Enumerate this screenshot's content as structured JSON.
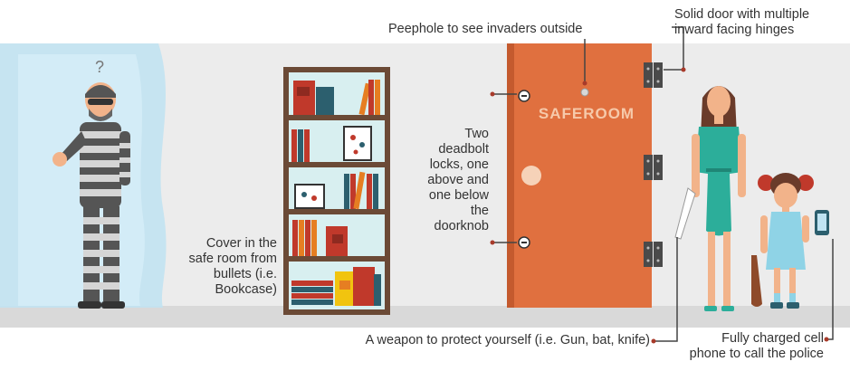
{
  "labels": {
    "peephole": "Peephole to see invaders outside",
    "solid_door": [
      "Solid door with multiple",
      "inward facing hinges"
    ],
    "deadbolt": [
      "Two",
      "deadbolt",
      "locks, one",
      "above and",
      "one below",
      "the",
      "doorknob"
    ],
    "cover": [
      "Cover in the",
      "safe room from",
      "bullets (i.e.",
      "Bookcase)"
    ],
    "weapon": "A weapon to protect yourself (i.e. Gun, bat, knife)",
    "phone": [
      "Fully charged cell",
      "phone to call the police"
    ]
  },
  "door_sign": "SAFEROOM",
  "intruder_mark": "?",
  "colors": {
    "wall": "#ececec",
    "floor": "#d9d9d9",
    "door": "#e0703f",
    "door_dark": "#c45a2e",
    "bookcase": "#6b4a36",
    "shelf_back": "#d8eff0",
    "window": "#bfe3f2",
    "hinge": "#4a4a4a",
    "text": "#333333",
    "dress_woman": "#2cae9a",
    "dress_girl": "#8fd3e6",
    "hair": "#6a3b2a",
    "skin": "#f2b38a",
    "leader": "#444444",
    "leader_dot": "#a83a2a"
  }
}
